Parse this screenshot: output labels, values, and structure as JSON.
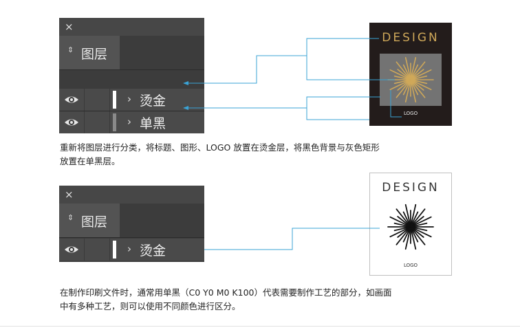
{
  "colors": {
    "gold": "#cfa859",
    "connector": "#3aa3d6",
    "panel": "#3c3c3c"
  },
  "top_panel": {
    "close_icon": "×",
    "tab_title": "图层",
    "layers": [
      {
        "name": "烫金",
        "swatch": "#ffffff",
        "visibility_icon": "eye-icon",
        "expand_icon": "›"
      },
      {
        "name": "单黑",
        "swatch": "#8a8a8a",
        "visibility_icon": "eye-icon",
        "expand_icon": "›"
      }
    ]
  },
  "top_caption": [
    "重新将图层进行分类，将标题、图形、LOGO 放置在烫金层，将黑色背景与灰色矩形",
    "放置在单黑层。"
  ],
  "dark_card": {
    "title": "DESIGN",
    "logo": "LOGO"
  },
  "bottom_panel": {
    "close_icon": "×",
    "tab_title": "图层",
    "layers": [
      {
        "name": "烫金",
        "swatch": "#ffffff",
        "visibility_icon": "eye-icon",
        "expand_icon": "›"
      }
    ]
  },
  "white_card": {
    "title": "DESIGN",
    "logo": "LOGO"
  },
  "bottom_caption": [
    "在制作印刷文件时，通常用单黑（C0 Y0 M0 K100）代表需要制作工艺的部分，如画面",
    "中有多种工艺，则可以使用不同颜色进行区分。"
  ]
}
